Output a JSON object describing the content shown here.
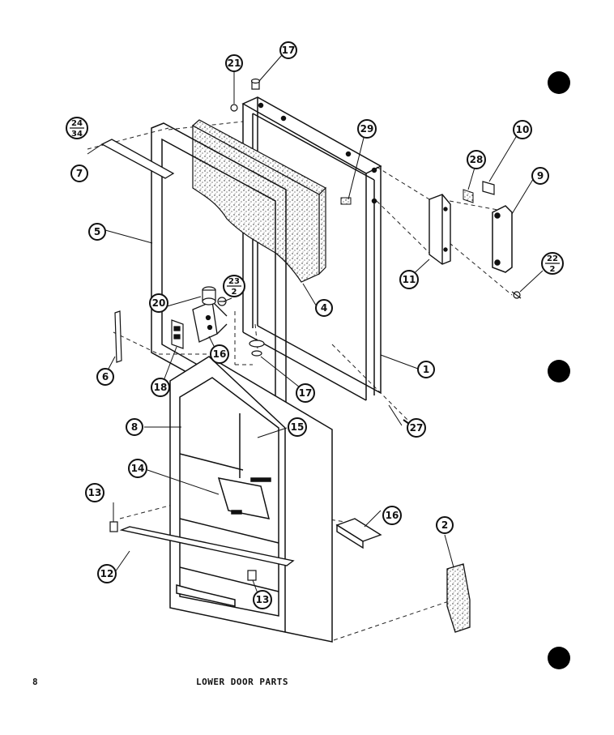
{
  "page": {
    "number": "8",
    "title": "LOWER DOOR PARTS"
  },
  "callouts": {
    "c1": "1",
    "c2": "2",
    "c4": "4",
    "c5": "5",
    "c6": "6",
    "c7": "7",
    "c8": "8",
    "c9": "9",
    "c10": "10",
    "c11": "11",
    "c12": "12",
    "c13a": "13",
    "c13b": "13",
    "c14": "14",
    "c15": "15",
    "c16a": "16",
    "c16b": "16",
    "c17a": "17",
    "c17b": "17",
    "c18": "18",
    "c20": "20",
    "c21": "21",
    "c27": "27",
    "c28": "28",
    "c29": "29",
    "f24_top": "24",
    "f24_bot": "34",
    "f23_top": "23",
    "f23_bot": "2",
    "f22_top": "22",
    "f22_bot": "2"
  }
}
